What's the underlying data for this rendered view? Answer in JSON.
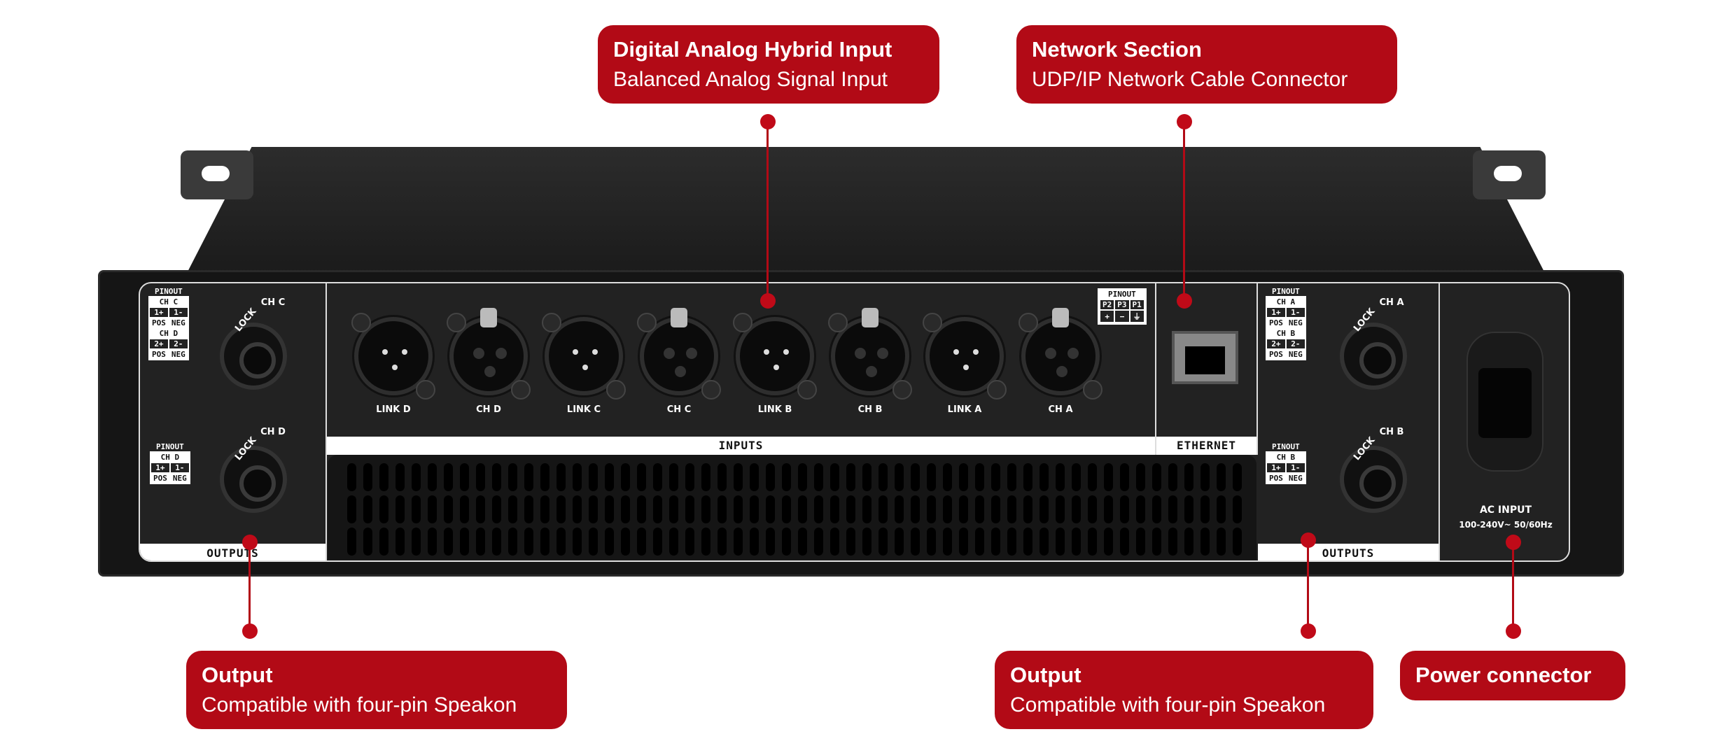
{
  "callouts": {
    "input": {
      "title": "Digital Analog Hybrid Input",
      "subtitle": "Balanced Analog Signal Input"
    },
    "network": {
      "title": "Network Section",
      "subtitle": "UDP/IP Network Cable Connector"
    },
    "output_left": {
      "title": "Output",
      "subtitle": "Compatible with four-pin Speakon"
    },
    "output_right": {
      "title": "Output",
      "subtitle": "Compatible with four-pin Speakon"
    },
    "power": {
      "title": "Power connector"
    }
  },
  "panel": {
    "outputs_label": "OUTPUTS",
    "inputs_label": "INPUTS",
    "ethernet_label": "ETHERNET",
    "ac_input_label": "AC INPUT",
    "ac_rating": "100-240V~ 50/60Hz",
    "lock": "LOCK",
    "pinout": "PINOUT",
    "inputs": [
      "LINK D",
      "CH D",
      "LINK C",
      "CH C",
      "LINK B",
      "CH B",
      "LINK A",
      "CH A"
    ],
    "xlr_pinout": {
      "pins": [
        "P2",
        "P3",
        "P1"
      ],
      "signs": [
        "+",
        "−",
        "⏚"
      ]
    },
    "speakons": {
      "ch_c": "CH C",
      "ch_d": "CH D",
      "ch_a": "CH A",
      "ch_b": "CH B"
    },
    "pin_cells": {
      "p1p": "1+",
      "p1n": "1-",
      "p2p": "2+",
      "p2n": "2-",
      "pos": "POS",
      "neg": "NEG"
    }
  },
  "colors": {
    "accent": "#b20a16"
  }
}
